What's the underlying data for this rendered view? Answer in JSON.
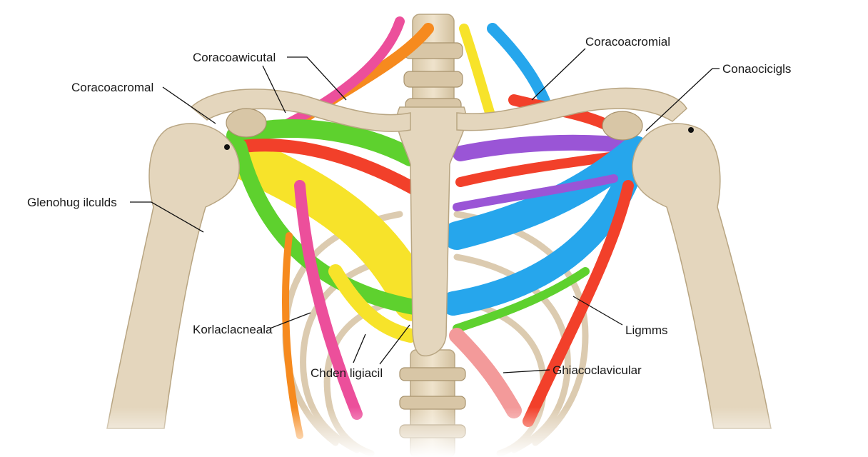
{
  "labels": {
    "coracoclavicular_top": "Coracoawicutal",
    "coracoacromial_top": "Coracoacromial",
    "conoid_right": "Conaocicigls",
    "coracoacromial_left": "Coracoacromal",
    "glenohumeral": "Glenohug ilculds",
    "costoclavicular": "Korlaclacneala",
    "sternal": "Chden ligiacil",
    "ligaments": "Ligmms",
    "sternoclavicular": "Ghiacoclavicular"
  },
  "colors": {
    "bone": "#e4d6bd",
    "green": "#5ed12e",
    "yellow": "#f7e32a",
    "red": "#f2402a",
    "orange": "#f68a1e",
    "pink": "#ec4f9b",
    "blue": "#26a6ec",
    "purple": "#9a55d6"
  }
}
